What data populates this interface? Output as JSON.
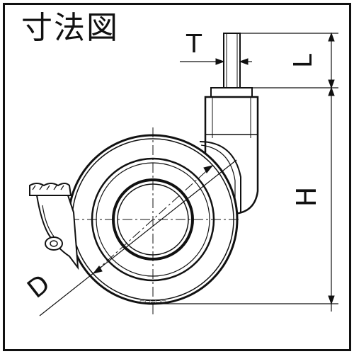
{
  "title": "寸法図",
  "labels": {
    "T": "T",
    "L": "L",
    "H": "H",
    "D": "D"
  },
  "colors": {
    "line": "#111111",
    "background": "#ffffff"
  }
}
